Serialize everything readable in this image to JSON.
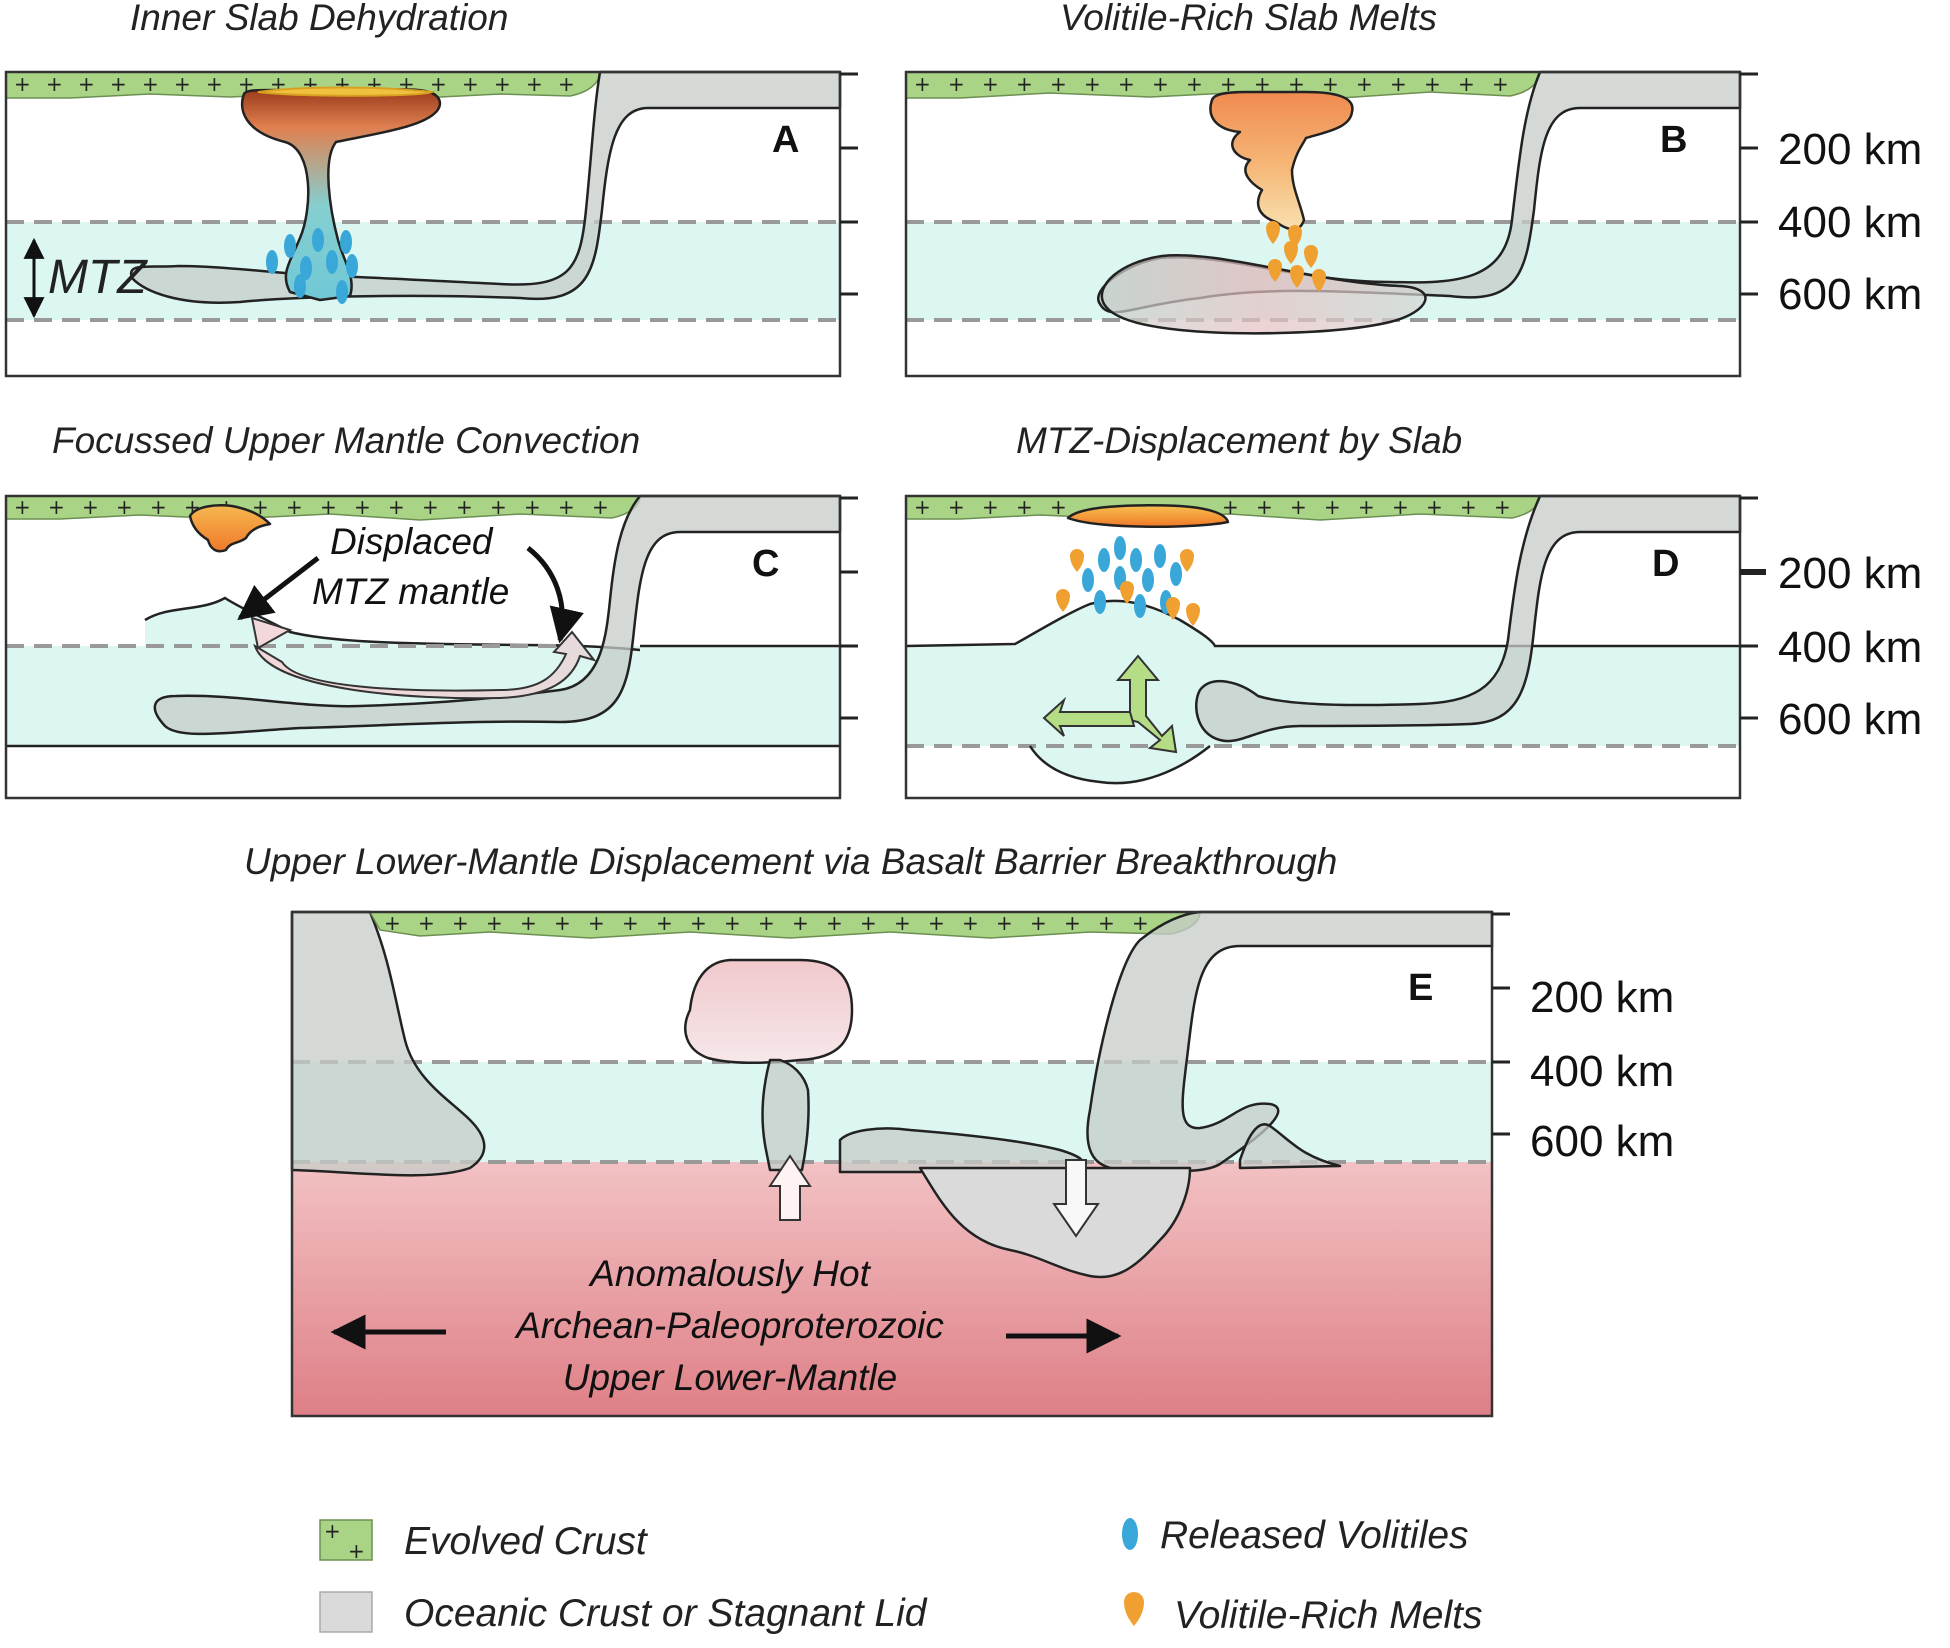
{
  "panels": {
    "a": {
      "title": "Inner Slab Dehydration",
      "label": "A",
      "mtz_label": "MTZ"
    },
    "b": {
      "title": "Volitile-Rich Slab Melts",
      "label": "B"
    },
    "c": {
      "title": "Focussed Upper Mantle Convection",
      "label": "C",
      "annotation_line1": "Displaced",
      "annotation_line2": "MTZ mantle"
    },
    "d": {
      "title": "MTZ-Displacement by Slab",
      "label": "D"
    },
    "e": {
      "title": "Upper Lower-Mantle Displacement via Basalt Barrier Breakthrough",
      "label": "E",
      "hot_line1": "Anomalously Hot",
      "hot_line2": "Archean-Paleoproterozoic",
      "hot_line3": "Upper Lower-Mantle"
    }
  },
  "depth_scale": {
    "d200": "200 km",
    "d400": "400 km",
    "d600": "600 km"
  },
  "legend": {
    "evolved_crust": "Evolved Crust",
    "oceanic_crust": "Oceanic Crust or Stagnant Lid",
    "released_volitiles": "Released Volitiles",
    "volitile_rich_melts": "Volitile-Rich Melts"
  },
  "colors": {
    "evolved_crust": "#a9d486",
    "oceanic_crust": "#dadada",
    "transition_zone": "#dcf6f1",
    "lower_mantle_hot": "#e07a80",
    "volitiles": "#3aa7d9",
    "melts": "#f0a030"
  }
}
